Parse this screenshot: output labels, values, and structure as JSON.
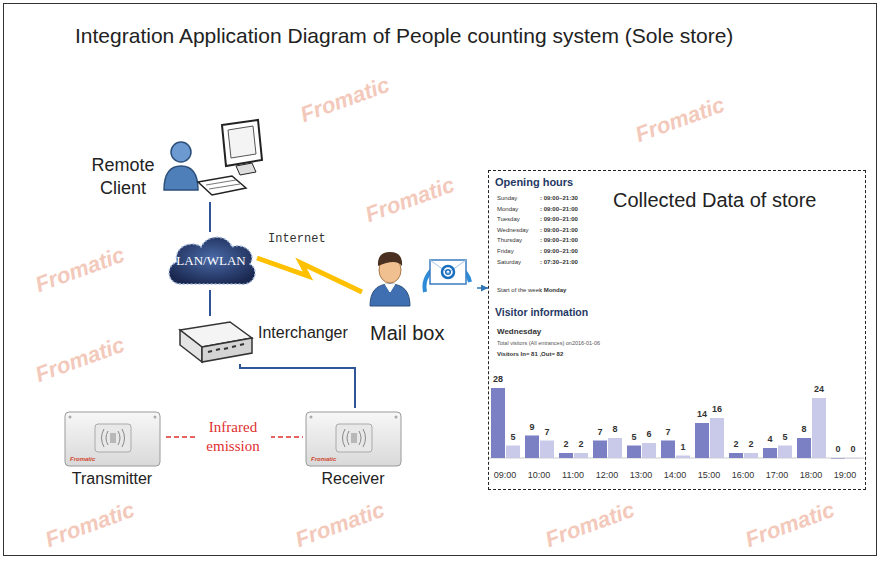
{
  "diagram": {
    "title": "Integration Application Diagram of People counting system (Sole store)",
    "nodes": [
      {
        "text": [
          "Remote Client"
        ]
      },
      {
        "text": [
          "LAN/WLAN"
        ]
      },
      {
        "text": [
          "Mail box"
        ]
      },
      {
        "text": [
          "Collected Data of store"
        ]
      },
      {
        "text": [
          "Interchanger"
        ]
      },
      {
        "text": [
          "Transmitter"
        ]
      },
      {
        "text": [
          "Receiver"
        ]
      }
    ],
    "edges": [
      {
        "from": 0,
        "to": 1,
        "arrow": "none"
      },
      {
        "from": 1,
        "to": 2,
        "label": "Internet",
        "arrow": "none"
      },
      {
        "from": 2,
        "to": 3,
        "arrow": "to"
      },
      {
        "from": 1,
        "to": 4,
        "arrow": "none"
      },
      {
        "from": 4,
        "to": 6,
        "arrow": "none"
      },
      {
        "from": 5,
        "to": 6,
        "label": "Infrared emission",
        "arrow": "none"
      }
    ],
    "labels": [
      "Opening hours",
      "Sunday",
      ": 09:00~21:30",
      "Monday",
      ": 09:00~21:00",
      "Tuesday",
      ": 09:00~21:00",
      "Wednesday",
      ": 09:00~21:00",
      "Thursday",
      ": 09:00~21:00",
      "Friday",
      ": 09:00~21:00",
      "Saturday",
      ": 07:30~21:00",
      "Start of the week",
      ": Monday",
      "Visitor information",
      "Wednesday",
      "Total visitors (All entrances) on2016-01-06",
      "Visitors In= 81 ,Out= 82",
      "28",
      "5",
      "9",
      "7",
      "2",
      "2",
      "7",
      "8",
      "5",
      "6",
      "7",
      "1",
      "14",
      "16",
      "2",
      "2",
      "4",
      "5",
      "8",
      "24",
      "0",
      "0",
      "09:00",
      "10:00",
      "11:00",
      "12:00",
      "13:00",
      "14:00",
      "15:00",
      "16:00",
      "17:00",
      "18:00",
      "19:00",
      "Fromatic",
      "Fromatic",
      "Fromatic",
      "Fromatic",
      "Fromatic",
      "Fromatic",
      "Fromatic",
      "Fromatic",
      "Fromatic",
      "Fromatic",
      "Fromatic"
    ]
  }
}
